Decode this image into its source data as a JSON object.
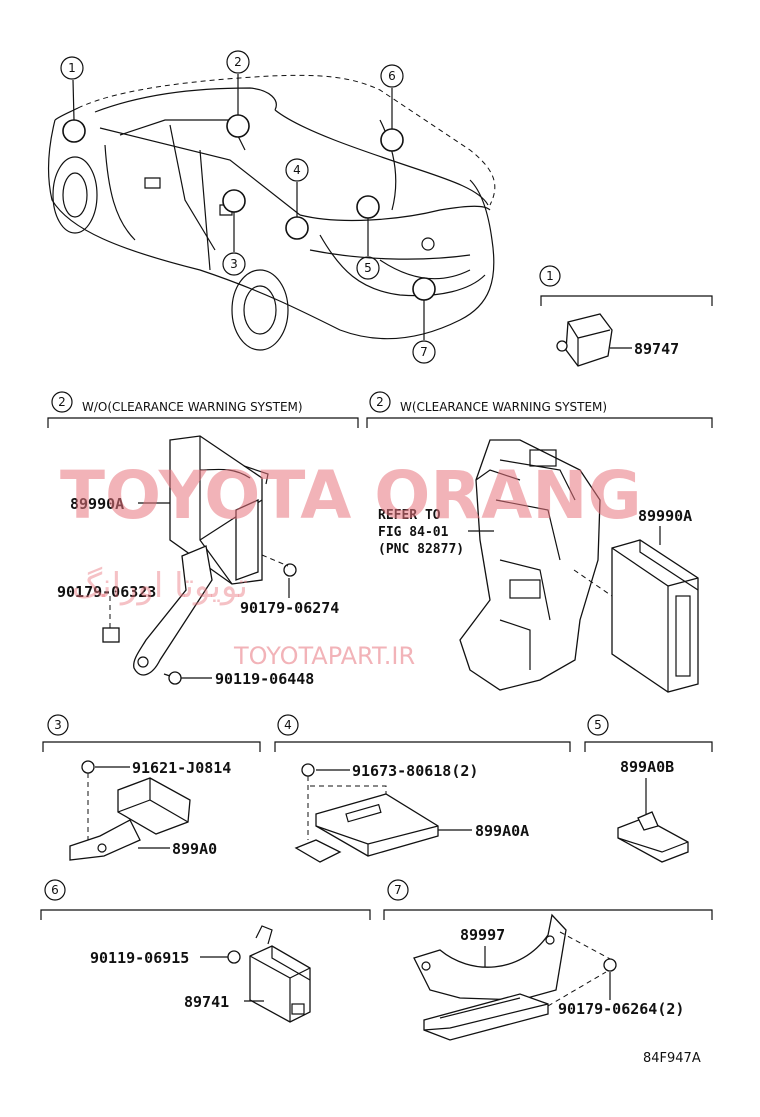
{
  "callouts": {
    "c1": "1",
    "c2": "2",
    "c3": "3",
    "c4": "4",
    "c5": "5",
    "c6": "6",
    "c7": "7"
  },
  "sections": {
    "s1": {
      "num": "1",
      "title": ""
    },
    "s2a": {
      "num": "2",
      "title": "W/O(CLEARANCE WARNING SYSTEM)"
    },
    "s2b": {
      "num": "2",
      "title": "W(CLEARANCE WARNING SYSTEM)"
    },
    "s3": {
      "num": "3"
    },
    "s4": {
      "num": "4"
    },
    "s5": {
      "num": "5"
    },
    "s6": {
      "num": "6"
    },
    "s7": {
      "num": "7"
    }
  },
  "parts": {
    "p89747": "89747",
    "p89990A_left": "89990A",
    "p89990A_right": "89990A",
    "p90179_06323": "90179-06323",
    "p90179_06274": "90179-06274",
    "p90119_06448": "90119-06448",
    "p91621_J0814": "91621-J0814",
    "p899A0": "899A0",
    "p91673_80618": "91673-80618(2)",
    "p899A0A": "899A0A",
    "p899A0B": "899A0B",
    "p90119_06915": "90119-06915",
    "p89741": "89741",
    "p89997": "89997",
    "p90179_06264": "90179-06264(2)"
  },
  "refer": {
    "line1": "REFER TO",
    "line2": "FIG 84-01",
    "line3": "(PNC 82877)"
  },
  "watermark": {
    "brand": "TOYOTA ORANG",
    "persian": "تویوتا اورانگ",
    "site": "TOYOTAPART.IR"
  },
  "diagram_id": "84F947A"
}
